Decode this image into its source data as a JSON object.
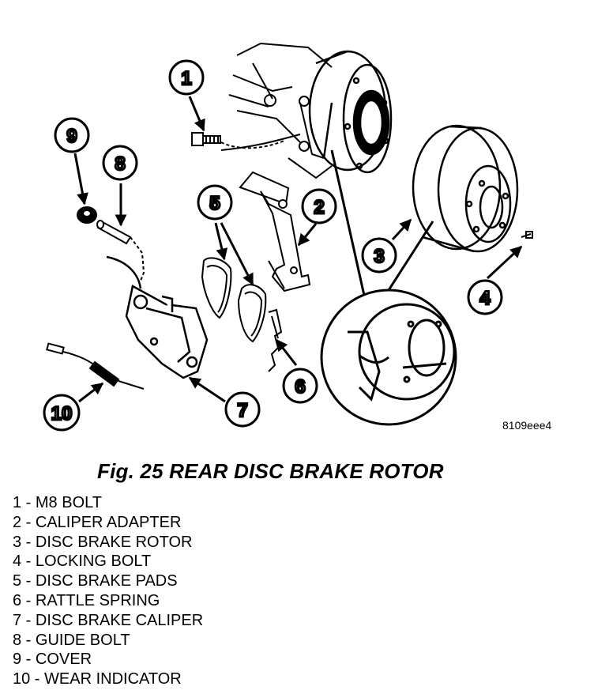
{
  "figure": {
    "ref_code": "8109eee4",
    "caption": "Fig. 25 REAR DISC BRAKE ROTOR",
    "callouts": [
      "1",
      "2",
      "3",
      "4",
      "5",
      "6",
      "7",
      "8",
      "9",
      "10"
    ]
  },
  "legend": [
    "1 - M8 BOLT",
    "2 - CALIPER ADAPTER",
    "3 - DISC BRAKE ROTOR",
    "4 - LOCKING BOLT",
    "5 - DISC BRAKE PADS",
    "6 - RATTLE SPRING",
    "7 - DISC BRAKE CALIPER",
    "8 - GUIDE BOLT",
    "9 - COVER",
    "10 - WEAR INDICATOR"
  ]
}
